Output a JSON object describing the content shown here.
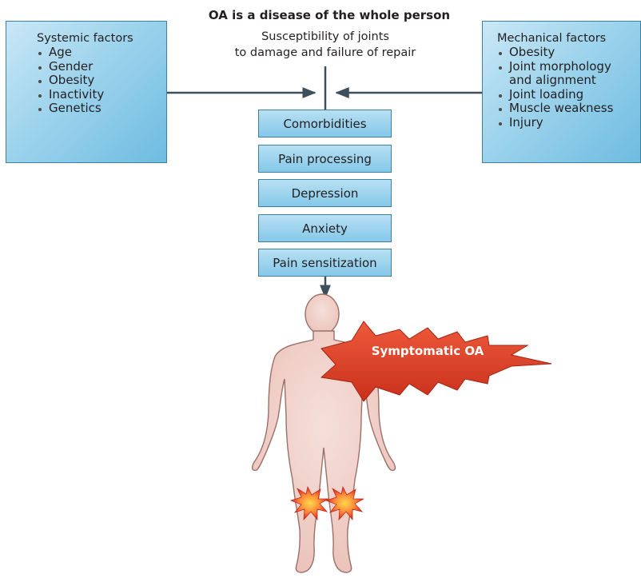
{
  "title": "OA is a disease of the whole person",
  "subtitle_lines": [
    "Susceptibility of joints",
    "to damage and failure of repair"
  ],
  "systemic": {
    "title": "Systemic factors",
    "items": [
      "Age",
      "Gender",
      "Obesity",
      "Inactivity",
      "Genetics"
    ]
  },
  "mechanical": {
    "title": "Mechanical factors",
    "items": [
      "Obesity",
      "Joint morphology and alignment",
      "Joint loading",
      "Muscle weakness",
      "Injury"
    ]
  },
  "stack": [
    "Comorbidities",
    "Pain processing",
    "Depression",
    "Anxiety",
    "Pain sensitization"
  ],
  "burst_label": "Symptomatic OA",
  "colors": {
    "box_fill": "#9dd3ec",
    "arrow": "#3d4f5a",
    "body_fill": "#f1d3cc",
    "burst_fill": "#e1442a"
  }
}
